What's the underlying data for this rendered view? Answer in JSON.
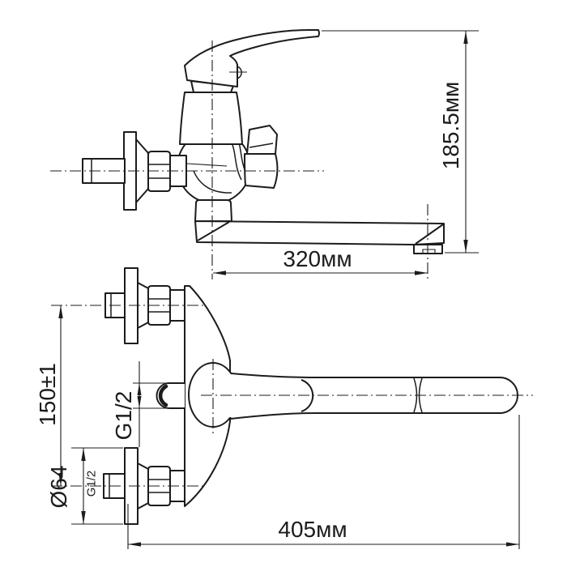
{
  "colors": {
    "line": "#1c1c1c",
    "background": "#ffffff"
  },
  "side_view": {
    "height_dim": "185.5мм",
    "spout_reach_dim": "320мм"
  },
  "plan_view": {
    "inlet_spacing_dim": "150±1",
    "shower_outlet_thread": "G1/2",
    "escutcheon_diameter": "Ø64",
    "inlet_thread": "G1/2",
    "overall_length_dim": "405мм"
  }
}
